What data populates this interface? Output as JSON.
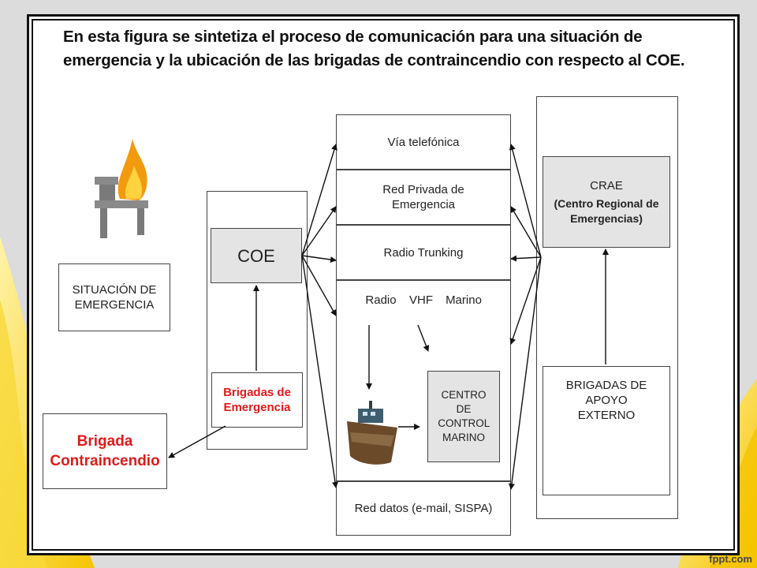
{
  "heading": "En esta figura se sintetiza el proceso de comunicación para una situación de emergencia y la ubicación de las brigadas de contraincendio con respecto al COE.",
  "left": {
    "situacion": "SITUACIÓN DE EMERGENCIA",
    "brigada_contraincendio": "Brigada Contraincendio"
  },
  "coe_panel": {
    "coe": "COE",
    "brigadas_emergencia": "Brigadas de Emergencia"
  },
  "channels": {
    "telefonica": "Vía telefónica",
    "red_privada": "Red Privada de Emergencia",
    "trunking": "Radio Trunking",
    "radio": "Radio",
    "vhf": "VHF",
    "marino": "Marino",
    "centro_control": "CENTRO DE CONTROL MARINO",
    "red_datos": "Red datos (e-mail, SISPA)"
  },
  "right": {
    "crae_title": "CRAE",
    "crae_full": "(Centro Regional de Emergencias)",
    "brigadas_apoyo": "BRIGADAS DE APOYO EXTERNO"
  },
  "footer": "fppt.com",
  "colors": {
    "accent_red": "#e11a1a",
    "background_yellow": "#f7d21c"
  }
}
